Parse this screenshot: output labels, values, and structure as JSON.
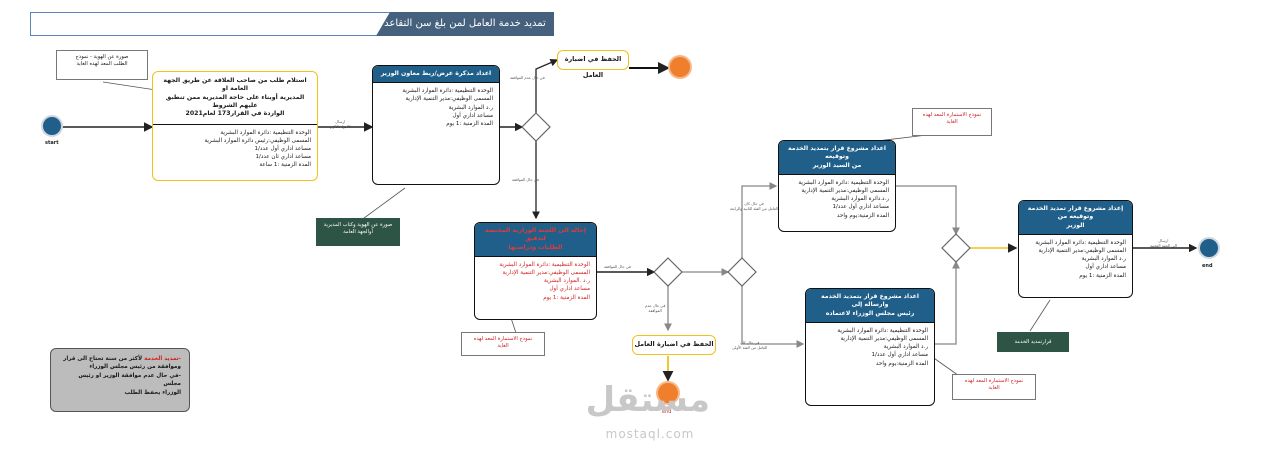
{
  "title": "تمديد خدمة العامل لمن بلغ سن التقاعد",
  "start_label": "start",
  "end_label": "end",
  "end_label_2": "end",
  "node1": {
    "header_lines": [
      "استلام طلب من صاحب العلاقة عن طريق الجهة العامة او",
      "المديرية أوبناء على حاجة المديرية ممن تنطبق عليهم الشروط",
      "الواردة في القرار173 لعام2021"
    ],
    "lines": [
      "الوحدة التنظيمية :دائرة الموارد البشرية",
      "المسمى الوظيفي:رئيس دائرة الموارد البشرية",
      "مساعد اداري أول عدد/1",
      "مساعد اداري ثان عدد/1",
      "المدة الزمنية :1 ساعة"
    ]
  },
  "node2": {
    "header": "اعداد مذكرة عرض/ربط معاون الوزير",
    "lines": [
      "الوحدة التنظيمية :دائرة الموارد البشرية",
      "المسمى الوظيفي:مدير التنمية الإدارية",
      "ر.د الموارد البشرية",
      "مساعد اداري أول",
      "المدة الزمنية :1 يوم"
    ]
  },
  "node3": {
    "header_lines": [
      "إحالة الى اللجنة الوزارية المختصة لتدقيق",
      "الطلبات ودراستها"
    ],
    "lines": [
      "الوحدة التنظيمية :دائرة الموارد البشرية",
      "المسمى الوظيفي:مدير التنمية الإدارية",
      "ر.د .الموارد البشرية",
      "مساعد اداري أول",
      "المدة الزمنية :1 يوم"
    ]
  },
  "node4": {
    "header_lines": [
      "اعداد مشروع قرار بتمديد الخدمة وتوقيعه",
      "من السيد الوزير"
    ],
    "lines": [
      "الوحدة التنظيمية :دائرة الموارد البشرية",
      "المسمى الوظيفي:مدير التنمية الإدارية",
      "ر.د.دائرة الموارد البشرية",
      "مساعد اداري أول عدد/1",
      "المدة الزمنية:يوم واحد"
    ]
  },
  "node5": {
    "header_lines": [
      "اعداد مشروع قرار بتمديد الخدمة وارساله إلى",
      "رئيس مجلس الوزراء لاعتماده"
    ],
    "lines": [
      "الوحدة التنظيمية :دائرة الموارد البشرية",
      "المسمى الوظيفي:مدير التنمية الإدارية",
      "ر.د الموارد البشرية",
      "مساعد اداري أول عدد/1",
      "المدة الزمنية:يوم واحد"
    ]
  },
  "node6": {
    "header_lines": [
      "إعداد مشروع قرار تمديد الخدمة وتوقيعه من",
      "الوزير"
    ],
    "lines": [
      "الوحدة التنظيمية :دائرة الموارد البشرية",
      "المسمى الوظيفي:مدير التنمية الإدارية",
      "ر.د الموارد البشرية",
      "مساعد اداري أول",
      "المدة الزمنية :1 يوم"
    ]
  },
  "archive_top": "الحفظ في اضبارة العامل",
  "archive_bottom": "الحفظ في اضبارة العامل",
  "notes": {
    "photo_id": [
      "صورة عن الهوية - نموذج",
      "الطلب المعد لهذه الغاية"
    ],
    "photo_book": [
      "صورة عن الهوية وكتاب المديرية",
      "أوالجهة العامة"
    ],
    "form1": [
      "نموذج الاستمارة المعد لهذه",
      "الغاية"
    ],
    "form2": [
      "نموذج الاستمارة المعد لهذه",
      "الغاية"
    ],
    "form3": [
      "نموذج الاستمارة المعد لهذه",
      "الغاية"
    ],
    "decision": "قرارتمديد الخدمة"
  },
  "edge_labels": {
    "send": [
      "ارسال",
      "للاجراء اللازم"
    ],
    "no_approval_top": "في حال عدم الموافقة",
    "approval_down": "في حال الموافقة",
    "approval_right": "في حال الموافقة",
    "no_approval_bottom": [
      "في حال عدم",
      "الموافقة"
    ],
    "upper_branch": [
      "في حال كان",
      "العامل من الفئة الثانية والرابعة"
    ],
    "lower_branch": [
      "في حال كان",
      "العامل من الفئة الأولى"
    ],
    "send_end": [
      "ارسال",
      "الى الجهة المعنية"
    ]
  },
  "gray_note": {
    "red_part": "-تمديد الخدمة",
    "lines": [
      "لأكثر من سنة تحتاج الى قرار",
      "وموافقة من رئيس مجلس الوزراء",
      "-في حال عدم موافقة الوزير او رئيس مجلس",
      "الوزراء يحفظ الطلب"
    ]
  },
  "watermark": {
    "brand": "مستقل",
    "domain": "mostaql.com"
  },
  "colors": {
    "header_blue": "#1f5f89",
    "accent_yellow": "#f1c21b",
    "end_orange": "#f07f2d",
    "title_tab": "#45617d",
    "note_green": "#2d5444"
  }
}
